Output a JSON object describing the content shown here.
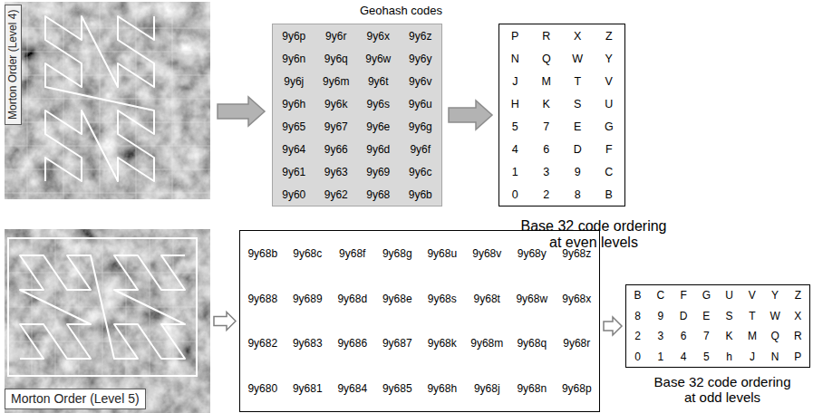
{
  "diagram": {
    "nodes": [
      {
        "text": [
          "Morton Order (Level 4)"
        ]
      },
      {
        "text": [
          "Geohash codes",
          "9y6p",
          "9y6r",
          "9y6x",
          "9y6z",
          "9y6n",
          "9y6q",
          "9y6w",
          "9y6y",
          "9y6j",
          "9y6m",
          "9y6t",
          "9y6v",
          "9y6h",
          "9y6k",
          "9y6s",
          "9y6u",
          "9y65",
          "9y67",
          "9y6e",
          "9y6g",
          "9y64",
          "9y66",
          "9y6d",
          "9y6f",
          "9y61",
          "9y63",
          "9y69",
          "9y6c",
          "9y60",
          "9y62",
          "9y68",
          "9y6b"
        ]
      },
      {
        "text": [
          "P",
          "R",
          "X",
          "Z",
          "N",
          "Q",
          "W",
          "Y",
          "J",
          "M",
          "T",
          "V",
          "H",
          "K",
          "S",
          "U",
          "5",
          "7",
          "E",
          "G",
          "4",
          "6",
          "D",
          "F",
          "1",
          "3",
          "9",
          "C",
          "0",
          "2",
          "8",
          "B",
          "Base 32 code ordering at even levels"
        ]
      },
      {
        "text": [
          "Morton Order (Level 5)"
        ]
      },
      {
        "text": [
          "9y68b",
          "9y68c",
          "9y68f",
          "9y68g",
          "9y68u",
          "9y68v",
          "9y68y",
          "9y68z",
          "9y688",
          "9y689",
          "9y68d",
          "9y68e",
          "9y68s",
          "9y68t",
          "9y68w",
          "9y68x",
          "9y682",
          "9y683",
          "9y686",
          "9y687",
          "9y68k",
          "9y68m",
          "9y68q",
          "9y68r",
          "9y680",
          "9y681",
          "9y684",
          "9y685",
          "9y68h",
          "9y68j",
          "9y68n",
          "9y68p"
        ]
      },
      {
        "text": [
          "B",
          "C",
          "F",
          "G",
          "U",
          "V",
          "Y",
          "Z",
          "8",
          "9",
          "D",
          "E",
          "S",
          "T",
          "W",
          "X",
          "2",
          "3",
          "6",
          "7",
          "K",
          "M",
          "Q",
          "R",
          "0",
          "1",
          "4",
          "5",
          "h",
          "J",
          "N",
          "P",
          "Base 32 code ordering at odd levels"
        ]
      }
    ],
    "edges": [
      {
        "from": 0,
        "to": 1,
        "arrow": "to"
      },
      {
        "from": 1,
        "to": 2,
        "arrow": "to"
      },
      {
        "from": 3,
        "to": 4,
        "arrow": "to"
      },
      {
        "from": 4,
        "to": 5,
        "arrow": "to"
      }
    ]
  }
}
